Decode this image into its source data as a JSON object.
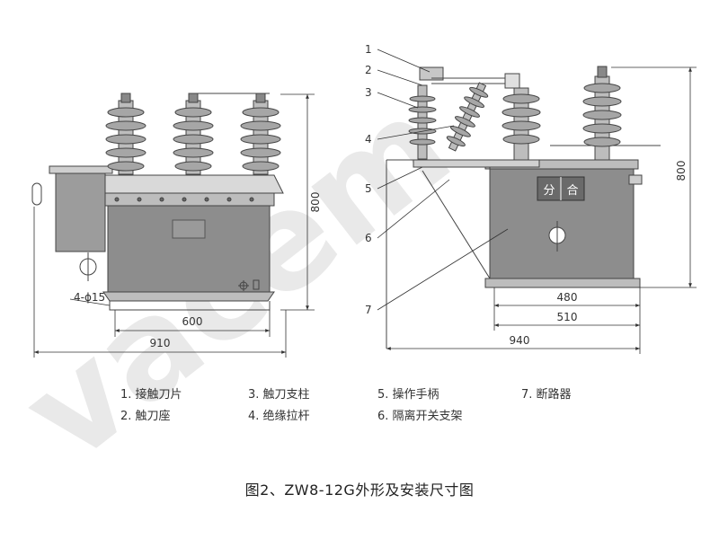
{
  "watermark": "vacem",
  "left_view": {
    "dims": {
      "height": "800",
      "base": "600",
      "overall": "910",
      "holes": "4-ϕ15"
    }
  },
  "right_view": {
    "dims": {
      "height": "800",
      "w1": "480",
      "w2": "510",
      "overall": "940"
    },
    "callouts": [
      "1",
      "2",
      "3",
      "4",
      "5",
      "6",
      "7"
    ],
    "plate_labels": {
      "open": "分",
      "close": "合"
    }
  },
  "legend": [
    "1. 接触刀片",
    "2. 触刀座",
    "3. 触刀支柱",
    "4. 绝缘拉杆",
    "5. 操作手柄",
    "6. 隔离开关支架",
    "7. 断路器"
  ],
  "caption": "图2、ZW8-12G外形及安装尺寸图",
  "colors": {
    "line": "#444444",
    "fill": "#8a8a8a",
    "watermark": "#e9e9e9"
  }
}
